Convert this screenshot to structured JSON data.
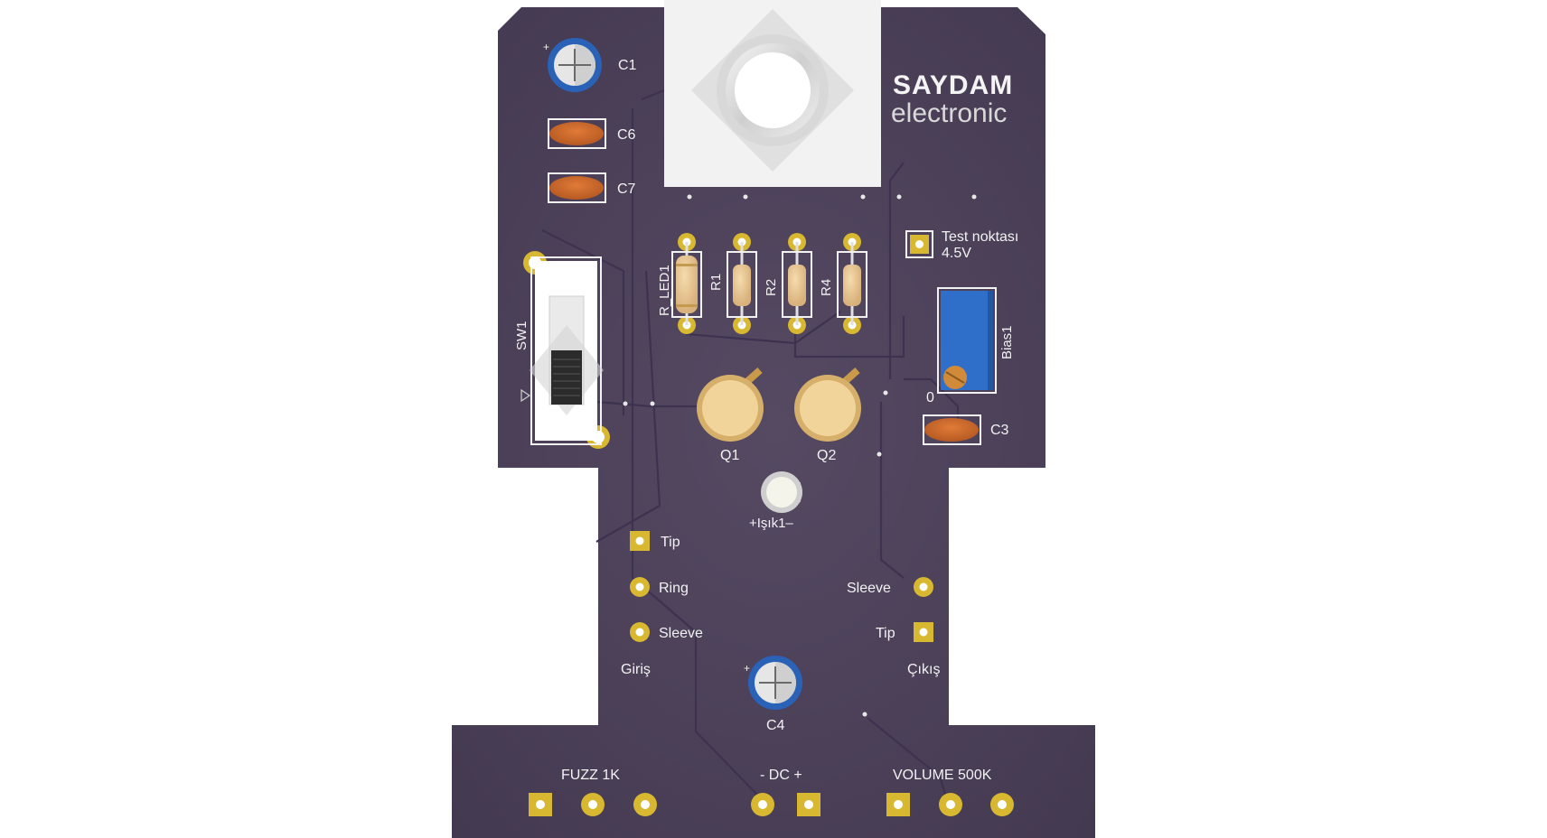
{
  "brand": {
    "name": "SAYDAM",
    "sub": "electronic"
  },
  "components": {
    "c1": "C1",
    "c6": "C6",
    "c7": "C7",
    "c3": "C3",
    "c4": "C4",
    "sw1": "SW1",
    "r_led1": "R_LED1",
    "r1": "R1",
    "r2": "R2",
    "r4": "R4",
    "q1": "Q1",
    "q2": "Q2",
    "bias1": "Bias1",
    "bias_zero": "0",
    "light": "+Işık1–"
  },
  "test_point": {
    "line1": "Test noktası",
    "line2": "4.5V"
  },
  "input": {
    "title": "Giriş",
    "tip": "Tip",
    "ring": "Ring",
    "sleeve": "Sleeve"
  },
  "output": {
    "title": "Çıkış",
    "tip": "Tip",
    "sleeve": "Sleeve"
  },
  "bottom": {
    "fuzz": "FUZZ 1K",
    "dc": "- DC +",
    "volume": "VOLUME 500K"
  },
  "colors": {
    "board": "#4a3f56",
    "pad": "#d8b830",
    "silk": "#f2f2f2",
    "resistor": "#e3c28f",
    "ceramic": "#c86a2a",
    "electrolytic": "#2a62b8",
    "trimmer": "#2f6fc9"
  }
}
